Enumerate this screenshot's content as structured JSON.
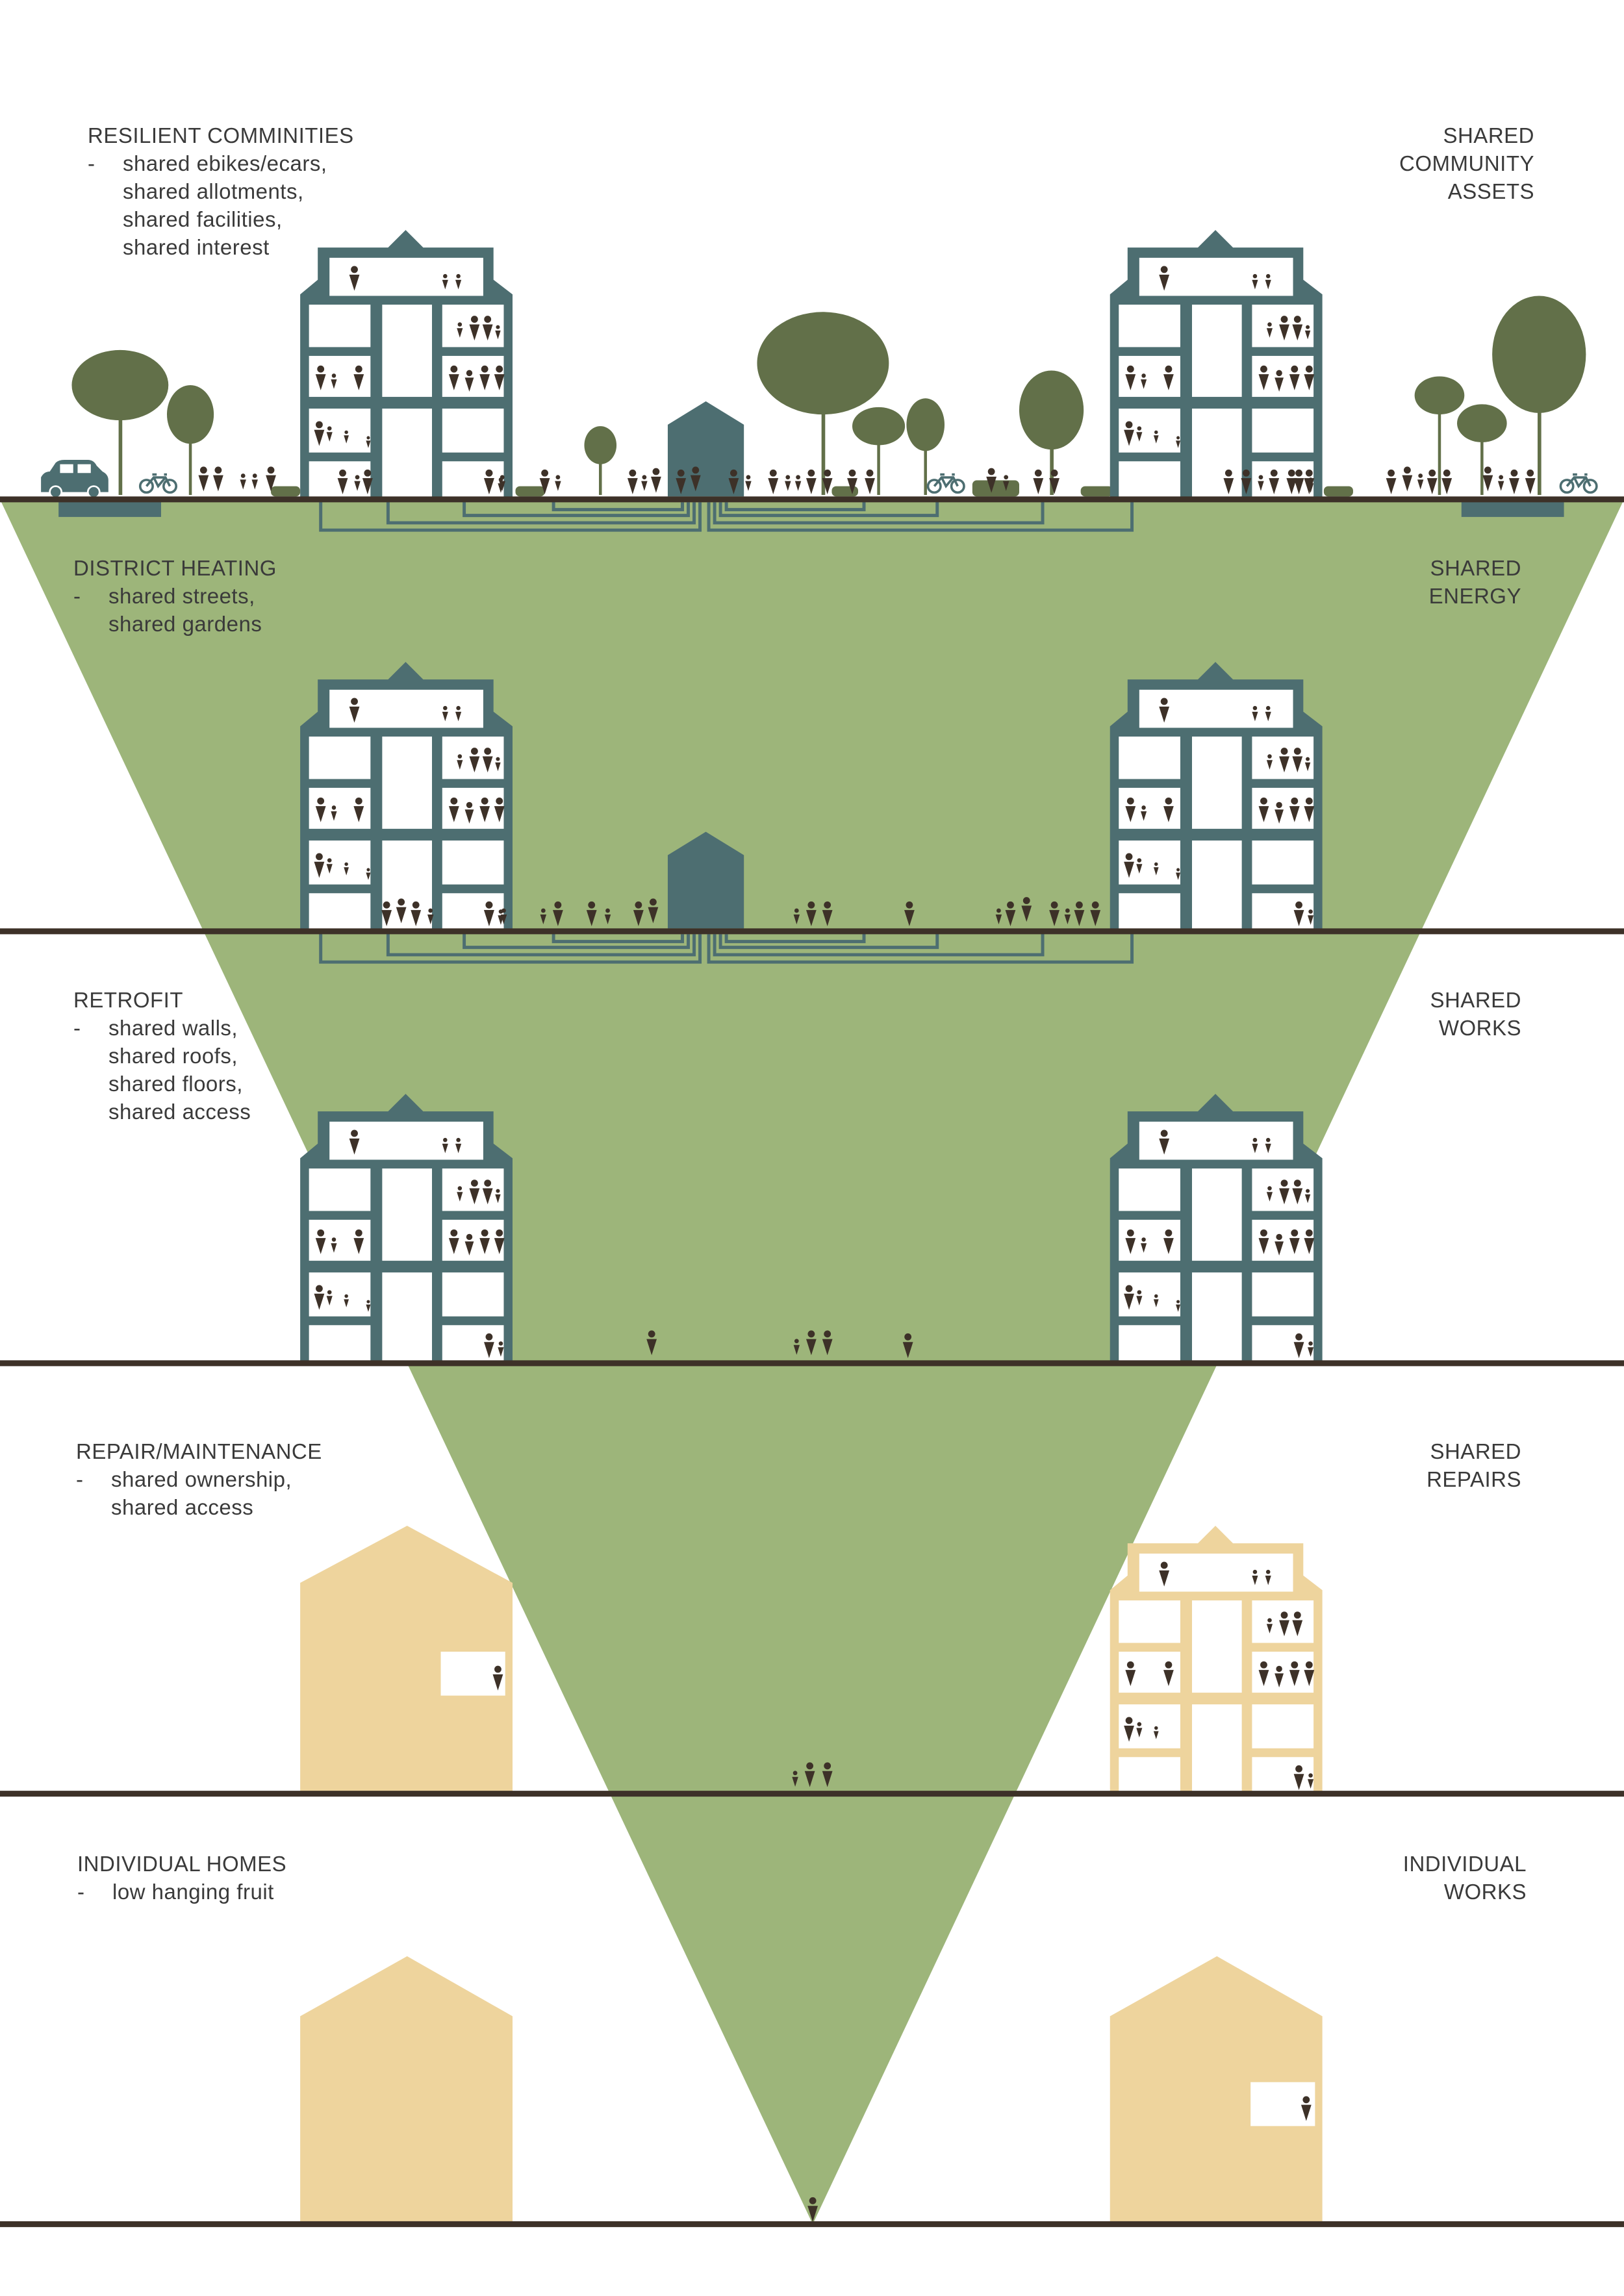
{
  "levels": [
    {
      "left_title": "RESILIENT COMMINITIES",
      "left_items": [
        "shared ebikes/ecars,",
        "shared allotments,",
        "shared facilities,",
        "shared interest"
      ],
      "right_lines": [
        "SHARED",
        "COMMUNITY",
        "ASSETS"
      ]
    },
    {
      "left_title": "DISTRICT HEATING",
      "left_items": [
        "shared streets,",
        "shared gardens"
      ],
      "right_lines": [
        "SHARED",
        "ENERGY"
      ]
    },
    {
      "left_title": "RETROFIT",
      "left_items": [
        "shared walls,",
        "shared roofs,",
        "shared floors,",
        "shared access"
      ],
      "right_lines": [
        "SHARED",
        "WORKS"
      ]
    },
    {
      "left_title": "REPAIR/MAINTENANCE",
      "left_items": [
        "shared ownership,",
        "shared access"
      ],
      "right_lines": [
        "SHARED",
        "REPAIRS"
      ]
    },
    {
      "left_title": "INDIVIDUAL HOMES",
      "left_items": [
        "low hanging fruit"
      ],
      "right_lines": [
        "INDIVIDUAL",
        "WORKS"
      ]
    }
  ],
  "colors": {
    "green_triangle": "#9db57a",
    "ground": "#3d3128",
    "building_teal": "#4d6e71",
    "building_tan": "#eed49d",
    "tree": "#627049",
    "people": "#3d3128"
  }
}
